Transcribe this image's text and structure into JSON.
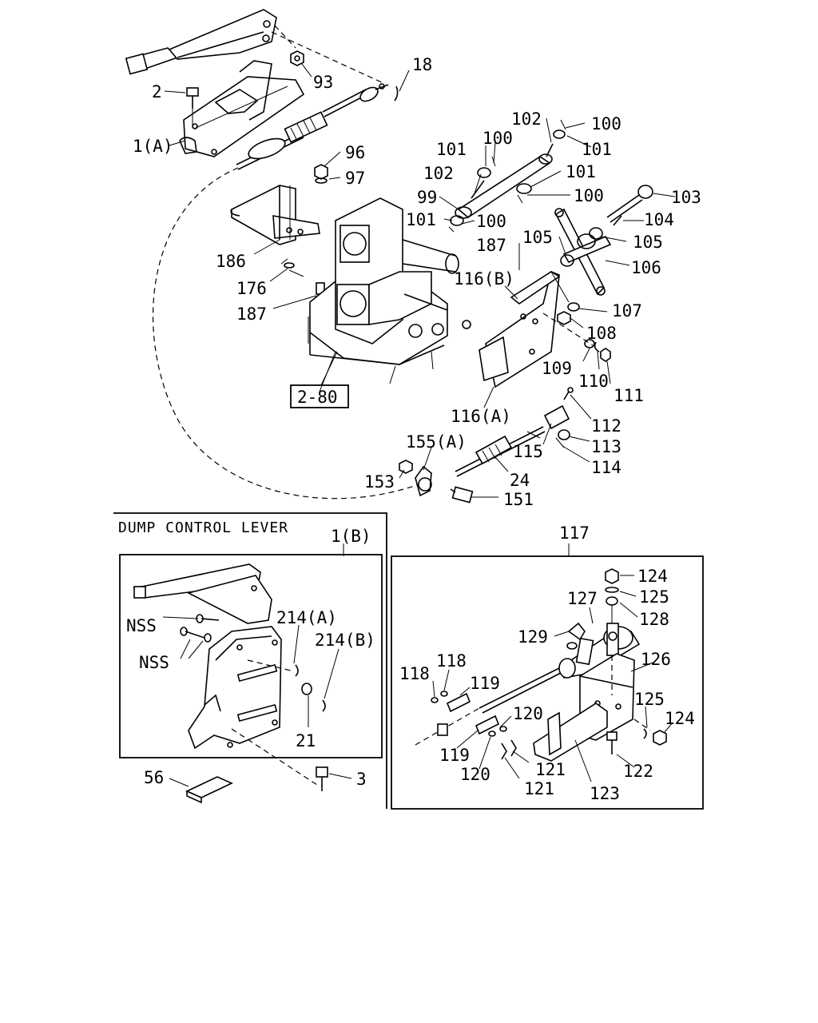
{
  "diagram": {
    "refs": {
      "ref_2_80": "2-80"
    },
    "inset_left": {
      "title": "DUMP CONTROL LEVER"
    },
    "labels": {
      "l18": "18",
      "l93": "93",
      "l2": "2",
      "l1a": "1(A)",
      "l96": "96",
      "l97": "97",
      "l186": "186",
      "l176": "176",
      "l187a": "187",
      "l187b": "187",
      "l102a": "102",
      "l100a": "100",
      "l101a": "101",
      "l100b": "100",
      "l101b": "101",
      "l102b": "102",
      "l101c": "101",
      "l99": "99",
      "l100c": "100",
      "l101d": "101",
      "l100d": "100",
      "l103": "103",
      "l104": "104",
      "l105a": "105",
      "l105b": "105",
      "l106": "106",
      "l116b": "116(B)",
      "l107": "107",
      "l108": "108",
      "l109": "109",
      "l110": "110",
      "l111": "111",
      "l116a": "116(A)",
      "l112": "112",
      "l113": "113",
      "l115": "115",
      "l114": "114",
      "l155a": "155(A)",
      "l24": "24",
      "l153": "153",
      "l151": "151",
      "l1b": "1(B)",
      "lnss1": "NSS",
      "lnss2": "NSS",
      "l214a": "214(A)",
      "l214b": "214(B)",
      "l21": "21",
      "l56": "56",
      "l3": "3",
      "l117": "117",
      "l124a": "124",
      "l125a": "125",
      "l127": "127",
      "l128": "128",
      "l129": "129",
      "l126": "126",
      "l118a": "118",
      "l118b": "118",
      "l119a": "119",
      "l120a": "120",
      "l125b": "125",
      "l124b": "124",
      "l119b": "119",
      "l120b": "120",
      "l121a": "121",
      "l121b": "121",
      "l122": "122",
      "l123": "123"
    }
  }
}
